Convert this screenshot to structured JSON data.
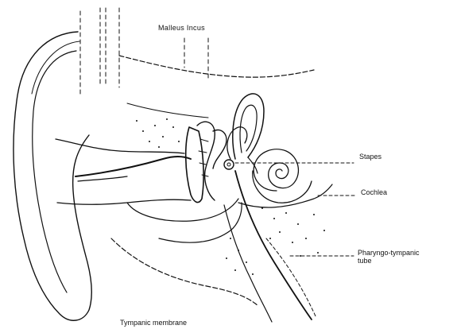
{
  "labels": {
    "malleus_incus": "Malleus Incus",
    "stapes": "Stapes",
    "cochlea": "Cochlea",
    "pharyngotympanic_line1": "Pharyngo-tympanic",
    "pharyngotympanic_line2": "tube",
    "tympanic_membrane": "Tympanic membrane"
  },
  "colors": {
    "ink": "#111111",
    "background": "#ffffff"
  }
}
